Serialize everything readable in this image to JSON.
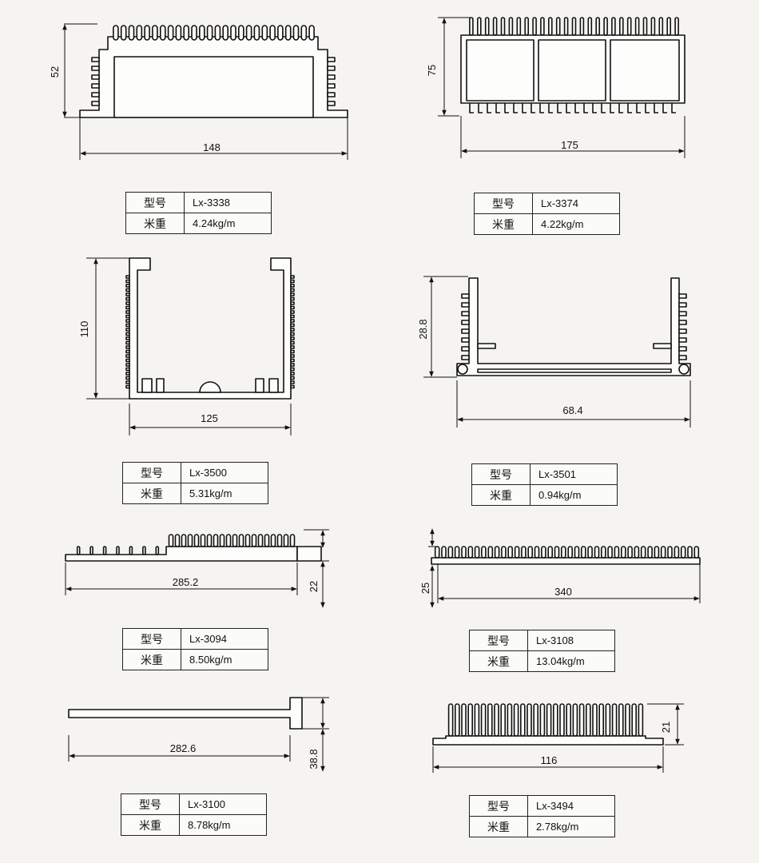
{
  "labels": {
    "model": "型号",
    "weight": "米重"
  },
  "items": [
    {
      "model": "Lx-3338",
      "weight": "4.24kg/m",
      "dims": [
        "52",
        "148"
      ]
    },
    {
      "model": "Lx-3374",
      "weight": "4.22kg/m",
      "dims": [
        "75",
        "175"
      ]
    },
    {
      "model": "Lx-3500",
      "weight": "5.31kg/m",
      "dims": [
        "110",
        "125"
      ]
    },
    {
      "model": "Lx-3501",
      "weight": "0.94kg/m",
      "dims": [
        "28.8",
        "68.4"
      ]
    },
    {
      "model": "Lx-3094",
      "weight": "8.50kg/m",
      "dims": [
        "285.2",
        "22"
      ]
    },
    {
      "model": "Lx-3108",
      "weight": "13.04kg/m",
      "dims": [
        "25",
        "340"
      ]
    },
    {
      "model": "Lx-3100",
      "weight": "8.78kg/m",
      "dims": [
        "282.6",
        "38.8"
      ]
    },
    {
      "model": "Lx-3494",
      "weight": "2.78kg/m",
      "dims": [
        "21",
        "116"
      ]
    }
  ]
}
